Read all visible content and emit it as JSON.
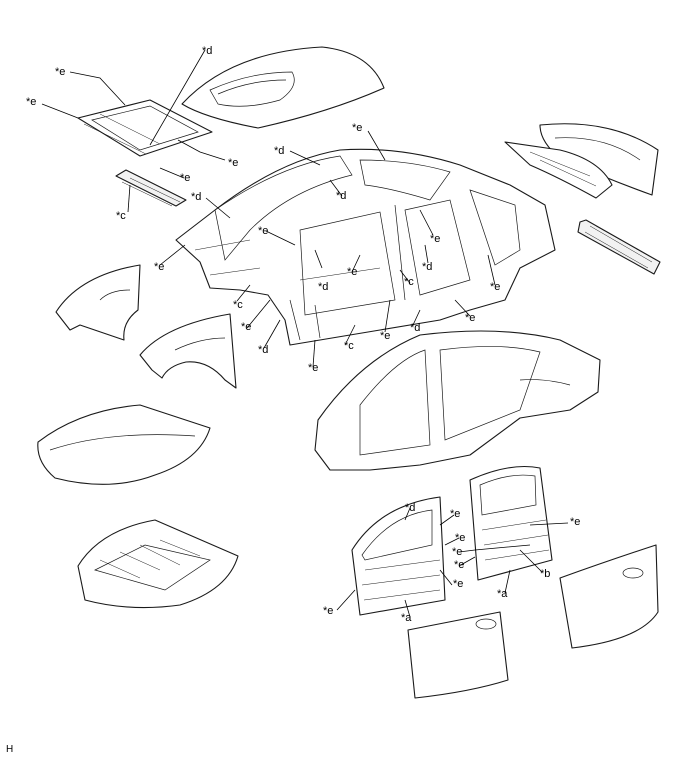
{
  "callouts": {
    "a": "*a",
    "b": "*b",
    "c": "*c",
    "d": "*d",
    "e": "*e"
  },
  "figure_code": "H"
}
